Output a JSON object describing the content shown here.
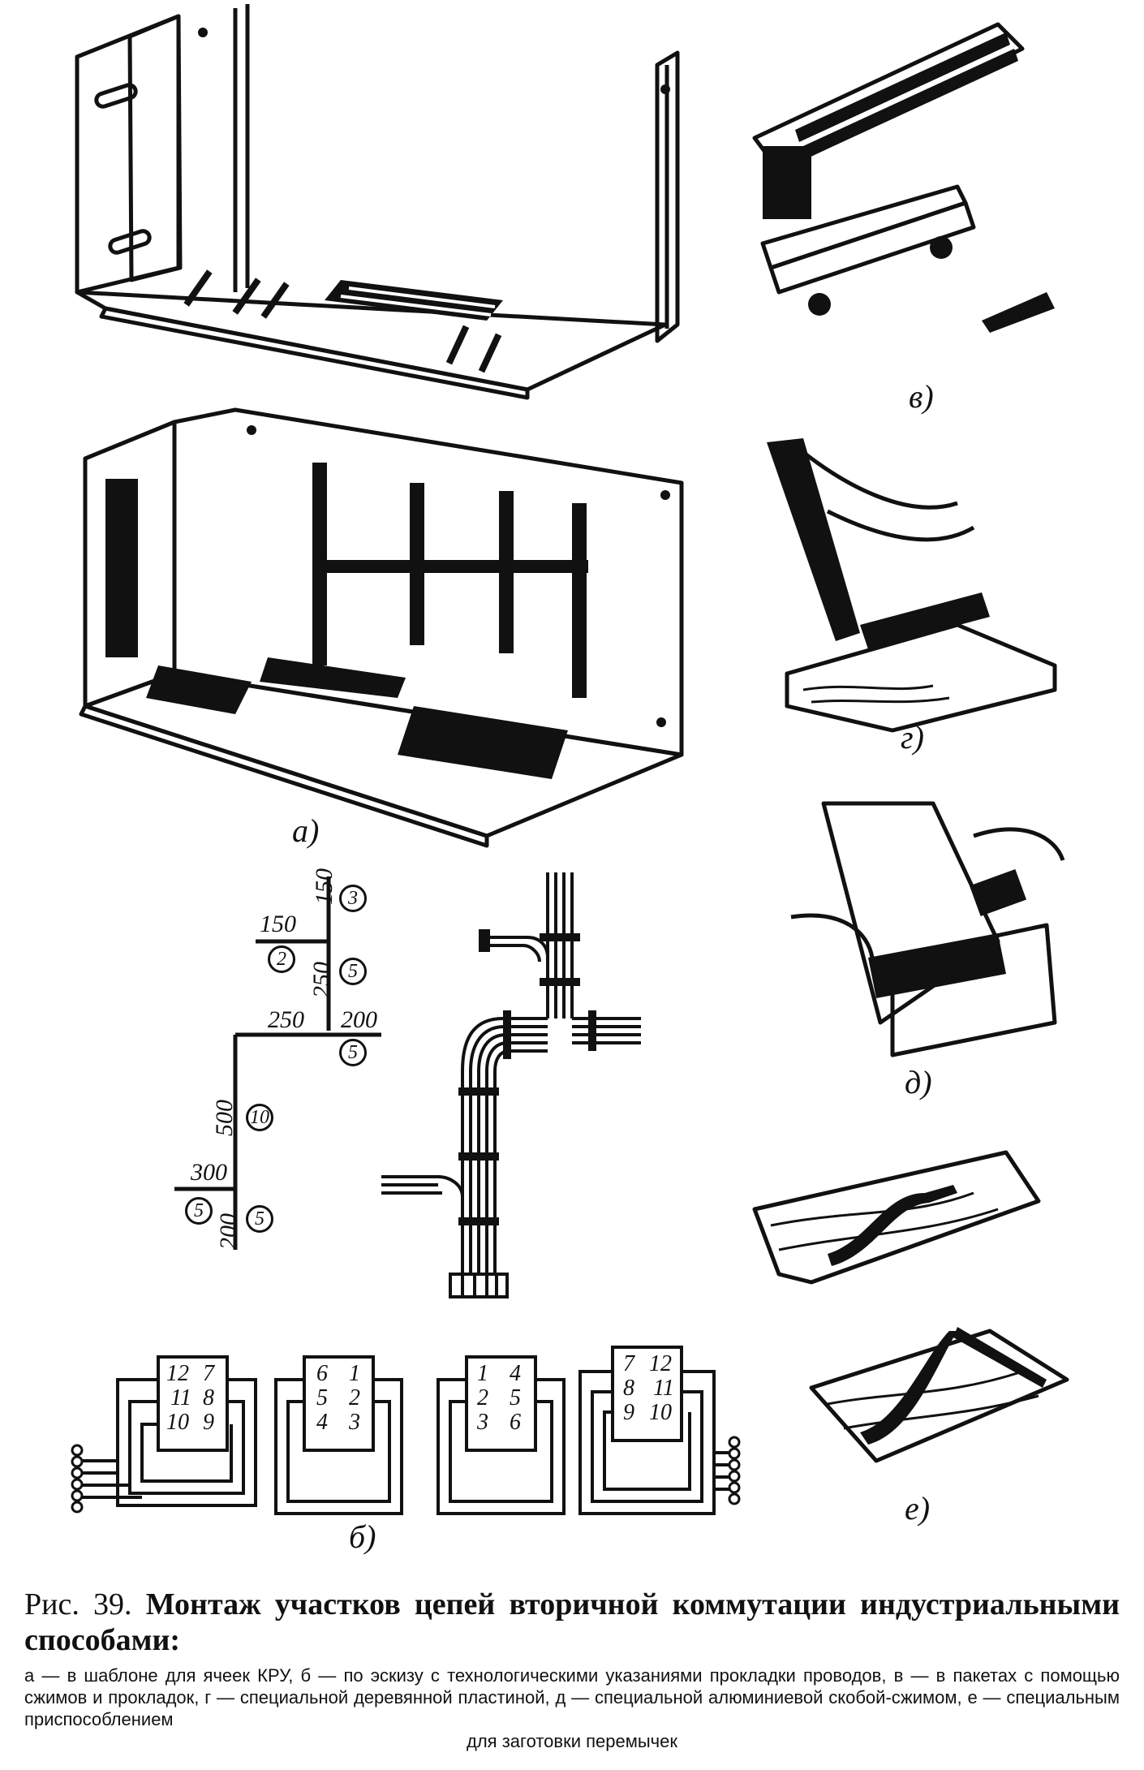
{
  "figure": {
    "panel_labels": {
      "a": "а)",
      "b": "б)",
      "v": "в)",
      "g": "г)",
      "d": "д)",
      "e": "е)"
    },
    "sketch_dimensions": [
      "150",
      "150",
      "250",
      "250",
      "200",
      "500",
      "300",
      "200"
    ],
    "sketch_bundle_counts": [
      "3",
      "2",
      "5",
      "5",
      "10",
      "5",
      "5"
    ],
    "terminal_blocks": [
      {
        "left": [
          "12",
          "11",
          "10"
        ],
        "right": [
          "7",
          "8",
          "9"
        ]
      },
      {
        "left": [
          "6",
          "5",
          "4"
        ],
        "right": [
          "1",
          "2",
          "3"
        ]
      },
      {
        "left": [
          "1",
          "2",
          "3"
        ],
        "right": [
          "4",
          "5",
          "6"
        ]
      },
      {
        "left": [
          "7",
          "8",
          "9"
        ],
        "right": [
          "12",
          "11",
          "10"
        ]
      }
    ]
  },
  "caption": {
    "number": "Рис. 39.",
    "title": "Монтаж участков цепей вторичной коммутации индустриальными способами:",
    "legend": "а — в шаблоне для ячеек КРУ, б — по эскизу с технологическими указаниями прокладки проводов, в — в пакетах с помощью сжимов и прокладок, г — специальной деревянной пластиной, д — специальной алюминиевой скобой-сжимом, е — специальным приспособлением",
    "legend_end": "для заготовки перемычек"
  }
}
